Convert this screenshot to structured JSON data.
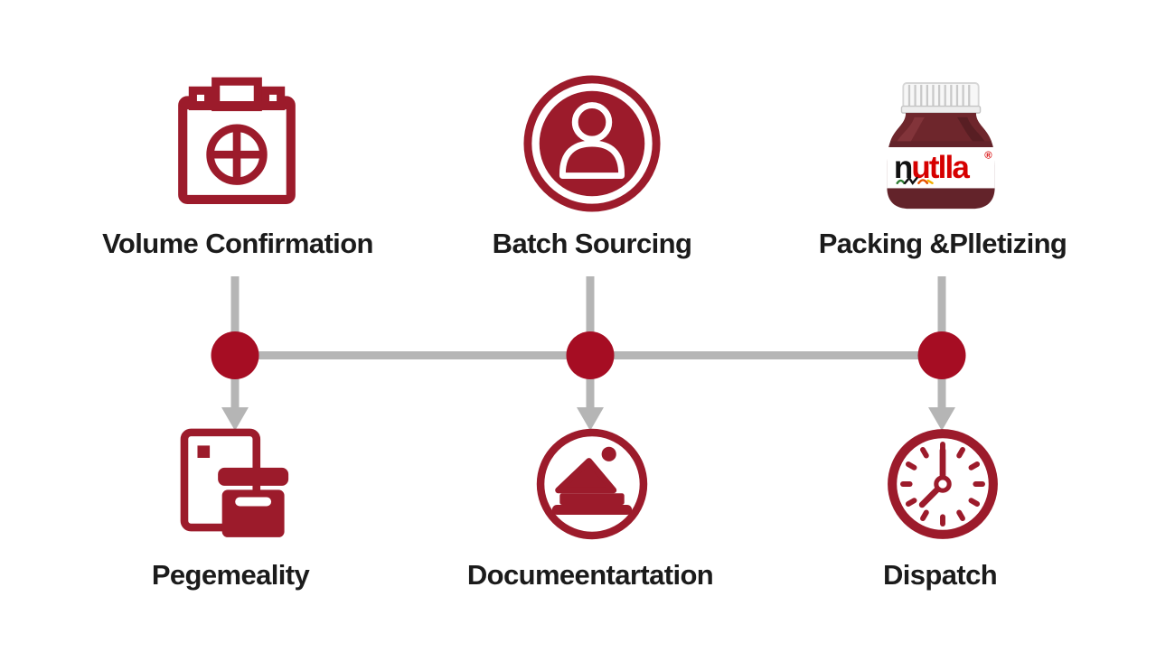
{
  "diagram": {
    "title_hint": "supply process flow",
    "colors": {
      "background": "#ffffff",
      "icon_red": "#9c1b2b",
      "node_red": "#a60d23",
      "line_gray": "#b5b5b5",
      "text": "#1b1b1b",
      "brand_red": "#d60000",
      "brand_black": "#111111"
    },
    "top_steps": [
      {
        "label": "Volume Confirmation",
        "icon": "calendar-target-icon"
      },
      {
        "label": "Batch Sourcing",
        "icon": "person-circle-icon"
      },
      {
        "label": "Packing &Plletizing",
        "icon": "nutella-jar-image"
      }
    ],
    "bottom_steps": [
      {
        "label": "Pegemeality",
        "icon": "document-box-icon"
      },
      {
        "label": "Documeentartation",
        "icon": "signature-circle-icon"
      },
      {
        "label": "Dispatch",
        "icon": "clock-icon"
      }
    ],
    "jar": {
      "brand_first_letter": "n",
      "brand_rest": "utlla",
      "trademark": "®"
    }
  }
}
